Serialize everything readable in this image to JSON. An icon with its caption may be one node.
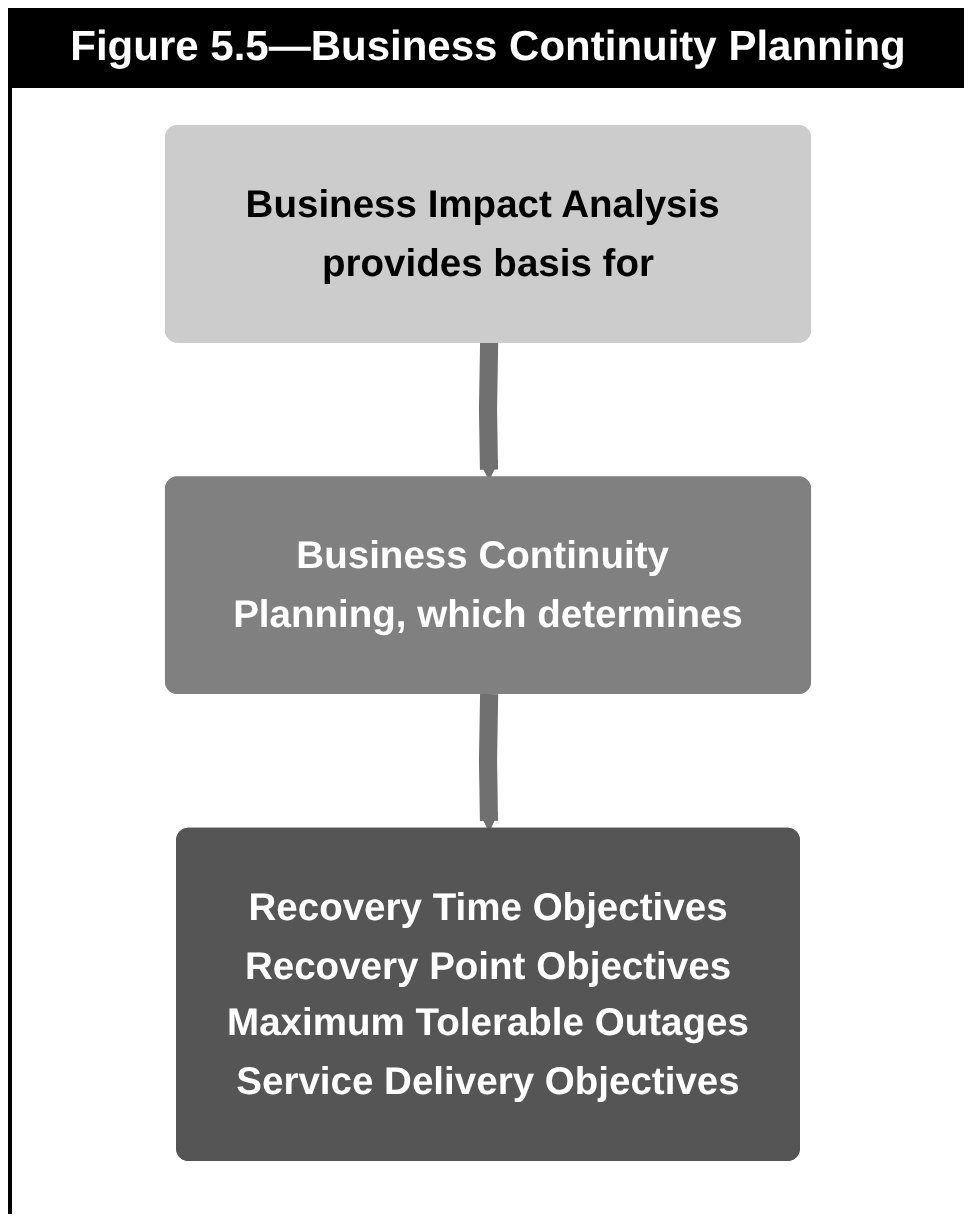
{
  "diagram": {
    "title": "Figure 5.5—Business Continuity Planning",
    "nodes": [
      {
        "text": [
          "Business Impact Analysis provides basis for"
        ]
      },
      {
        "text": [
          "Business Continuity Planning, which determines"
        ]
      },
      {
        "text": [
          "Recovery Time Objectives",
          "Recovery Point Objectives",
          "Maximum Tolerable Outages",
          "Service Delivery Objectives"
        ]
      }
    ],
    "edges": [
      {
        "from": 0,
        "to": 1,
        "arrow": "to"
      },
      {
        "from": 1,
        "to": 2,
        "arrow": "to"
      }
    ]
  }
}
